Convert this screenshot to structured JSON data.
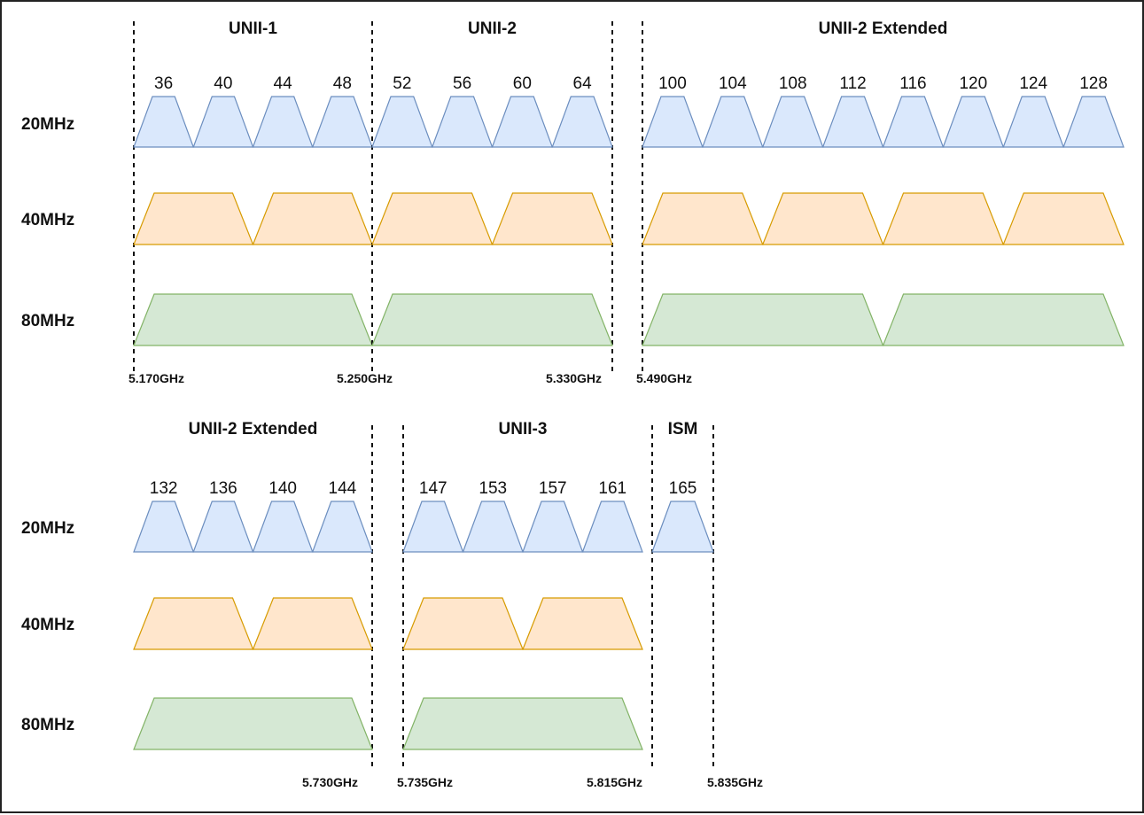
{
  "colors": {
    "ch20_fill": "#dae8fc",
    "ch20_stroke": "#6c8ebf",
    "ch40_fill": "#ffe6cc",
    "ch40_stroke": "#d79b00",
    "ch80_fill": "#d5e8d4",
    "ch80_stroke": "#82b366"
  },
  "sections": [
    {
      "row_labels": [
        "20MHz",
        "40MHz",
        "80MHz"
      ],
      "bands": [
        {
          "name": "UNII-1",
          "channels": [
            "36",
            "40",
            "44",
            "48"
          ],
          "count40": 2,
          "count80": 1,
          "start_freq": "5.170GHz",
          "end_freq": ""
        },
        {
          "name": "UNII-2",
          "channels": [
            "52",
            "56",
            "60",
            "64"
          ],
          "count40": 2,
          "count80": 1,
          "start_freq": "5.250GHz",
          "end_freq": "5.330GHz"
        },
        {
          "name": "UNII-2 Extended",
          "channels": [
            "100",
            "104",
            "108",
            "112",
            "116",
            "120",
            "124",
            "128"
          ],
          "count40": 4,
          "count80": 2,
          "start_freq": "5.490GHz",
          "end_freq": ""
        }
      ]
    },
    {
      "row_labels": [
        "20MHz",
        "40MHz",
        "80MHz"
      ],
      "bands": [
        {
          "name": "UNII-2 Extended",
          "channels": [
            "132",
            "136",
            "140",
            "144"
          ],
          "count40": 2,
          "count80": 1,
          "start_freq": "",
          "end_freq": "5.730GHz"
        },
        {
          "name": "UNII-3",
          "channels": [
            "147",
            "153",
            "157",
            "161"
          ],
          "count40": 2,
          "count80": 1,
          "start_freq": "5.735GHz",
          "end_freq": "5.815GHz"
        },
        {
          "name": "ISM",
          "channels": [
            "165"
          ],
          "count40": 0,
          "count80": 0,
          "start_freq": "",
          "end_freq": "5.835GHz"
        }
      ]
    }
  ]
}
